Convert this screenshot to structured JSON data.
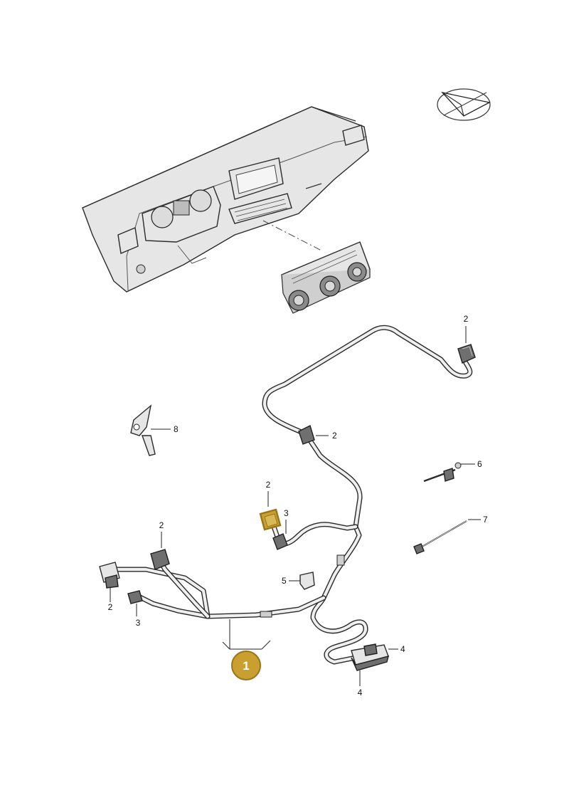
{
  "callouts": {
    "main_part": "1",
    "p2_top_right": "2",
    "p2_mid": "2",
    "p2_connector_top": "2",
    "p2_left": "2",
    "p2_bottom_left": "2",
    "p3_mid": "3",
    "p3_bottom_left": "3",
    "p4_right": "4",
    "p4_bottom": "4",
    "p5": "5",
    "p6": "6",
    "p7": "7",
    "p8": "8"
  },
  "colors": {
    "highlight": "#C9A030",
    "highlight_border": "#9A7418",
    "line": "#2a2a2a",
    "part_fill": "#e6e6e6"
  },
  "icons": {
    "orientation": "paper-plane-orientation-icon"
  }
}
